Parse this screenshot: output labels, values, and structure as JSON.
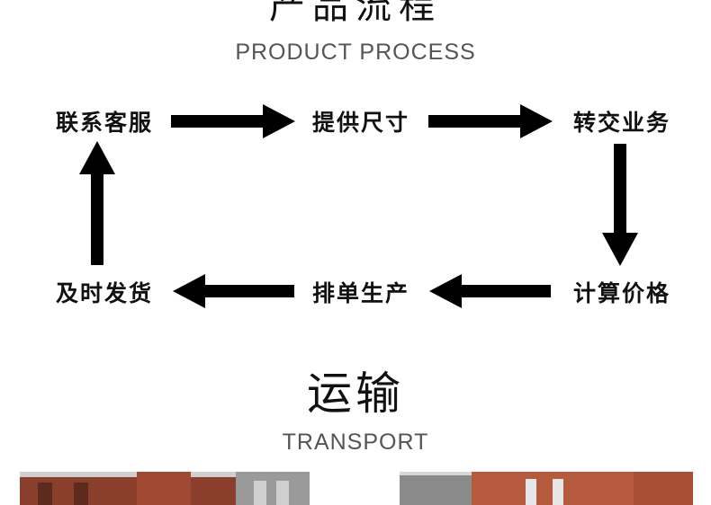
{
  "header": {
    "title": "产品流程",
    "subtitle": "PRODUCT PROCESS"
  },
  "process": {
    "steps": [
      {
        "id": "contact",
        "label": "联系客服"
      },
      {
        "id": "size",
        "label": "提供尺寸"
      },
      {
        "id": "business",
        "label": "转交业务"
      },
      {
        "id": "price",
        "label": "计算价格"
      },
      {
        "id": "produce",
        "label": "排单生产"
      },
      {
        "id": "ship",
        "label": "及时发货"
      }
    ],
    "arrow_color": "#000000"
  },
  "transport": {
    "title": "运输",
    "subtitle": "TRANSPORT"
  },
  "photos": {
    "left_description_colors": [
      "#8a3f2c",
      "#c7c7c7"
    ],
    "right_description_colors": [
      "#b65a3e",
      "#d8d8d8"
    ]
  }
}
